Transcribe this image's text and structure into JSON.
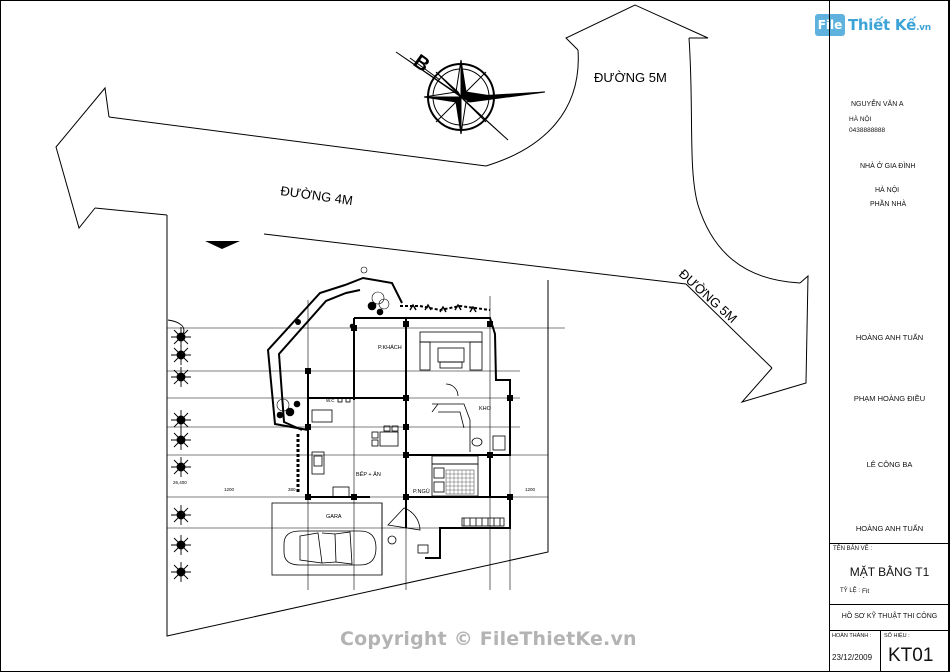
{
  "logo": {
    "box_text": "File",
    "brand_text": "Thiết Kế",
    "domain_text": ".vn"
  },
  "streets": {
    "road_top_right": "ĐƯỜNG 5M",
    "road_main": "ĐƯỜNG 4M",
    "road_right": "ĐƯỜNG 5M"
  },
  "compass": {
    "north_letter": "B"
  },
  "rooms": {
    "living": "P.KHÁCH",
    "kitchen": "BẾP + ĂN",
    "bedroom": "P.NGỦ",
    "storage": "KHO",
    "garage": "GARA",
    "wc": "W.C"
  },
  "dimensions": {
    "left_dim": "26,400",
    "mid_dim_1": "1200",
    "mid_dim_2": "380",
    "right_dim": "1200"
  },
  "title_block": {
    "client_name": "NGUYỄN VĂN A",
    "client_city": "HÀ NỘI",
    "client_phone": "0438888888",
    "project_type": "NHÀ Ở GIA ĐÌNH",
    "project_city": "HÀ NỘI",
    "project_part": "PHẦN NHÀ",
    "person_1": "HOÀNG ANH TUẤN",
    "person_2": "PHẠM HOÀNG ĐIỀU",
    "person_3": "LÊ CÔNG BA",
    "person_4": "HOÀNG ANH TUẤN",
    "drawing_label": "TÊN BẢN VẼ :",
    "drawing_title": "MẶT BẰNG T1",
    "scale_label": "TỶ LỆ :",
    "scale_value": "Fit",
    "dossier": "HỒ SƠ KỸ THUẬT THI CÔNG",
    "completion_label": "HOÀN THÀNH :",
    "completion_date": "23/12/2009",
    "sheet_label": "SỐ HIỆU :",
    "sheet_number": "KT01"
  },
  "watermark": "Copyright © FileThietKe.vn",
  "colors": {
    "line": "#000000",
    "logo_blue": "#3ba3d6",
    "watermark_gray": "#b3b3b3"
  }
}
